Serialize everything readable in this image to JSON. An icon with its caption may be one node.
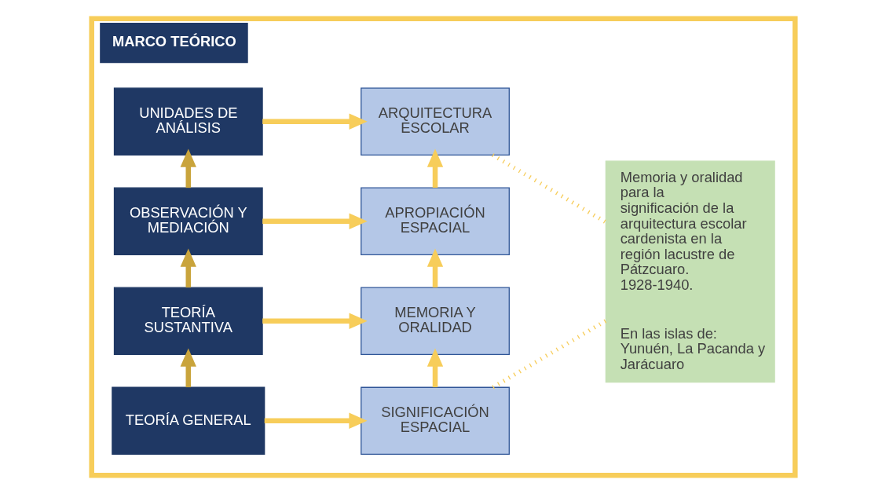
{
  "diagram": {
    "nodes": [
      {
        "text": [
          "MARCO TEÓRICO"
        ]
      },
      {
        "text": [
          "TEORÍA GENERAL"
        ],
        "in": 0
      },
      {
        "text": [
          "TEORÍA SUSTANTIVA"
        ],
        "in": 0
      },
      {
        "text": [
          "OBSERVACIÓN Y MEDIACIÓN"
        ],
        "in": 0
      },
      {
        "text": [
          "UNIDADES DE ANÁLISIS"
        ],
        "in": 0
      },
      {
        "text": [
          "SIGNIFICACIÓN ESPACIAL"
        ],
        "in": 0
      },
      {
        "text": [
          "MEMORIA Y ORALIDAD"
        ],
        "in": 0
      },
      {
        "text": [
          "APROPIACIÓN ESPACIAL"
        ],
        "in": 0
      },
      {
        "text": [
          "ARQUITECTURA ESCOLAR"
        ],
        "in": 0
      },
      {
        "text": [
          "Memoria y oralidad para la significación de la arquitectura escolar cardenista en la región lacustre de Pátzcuaro. 1928-1940.",
          "En las islas de: Yunuén, La Pacanda y Jarácuaro"
        ],
        "in": 0
      }
    ],
    "edges": [
      {
        "from": 1,
        "to": 2,
        "arrow": "to",
        "color": "#c9a43c"
      },
      {
        "from": 2,
        "to": 3,
        "arrow": "to",
        "color": "#c9a43c"
      },
      {
        "from": 3,
        "to": 4,
        "arrow": "to",
        "color": "#c9a43c"
      },
      {
        "from": 1,
        "to": 5,
        "arrow": "to"
      },
      {
        "from": 2,
        "to": 6,
        "arrow": "to"
      },
      {
        "from": 3,
        "to": 7,
        "arrow": "to"
      },
      {
        "from": 4,
        "to": 8,
        "arrow": "to"
      },
      {
        "from": 5,
        "to": 6,
        "arrow": "to"
      },
      {
        "from": 6,
        "to": 7,
        "arrow": "to"
      },
      {
        "from": 7,
        "to": 8,
        "arrow": "to"
      },
      {
        "from": 5,
        "to": 9,
        "arrow": "none",
        "style": "dashed"
      },
      {
        "from": 8,
        "to": 9,
        "arrow": "none",
        "style": "dashed"
      }
    ]
  }
}
